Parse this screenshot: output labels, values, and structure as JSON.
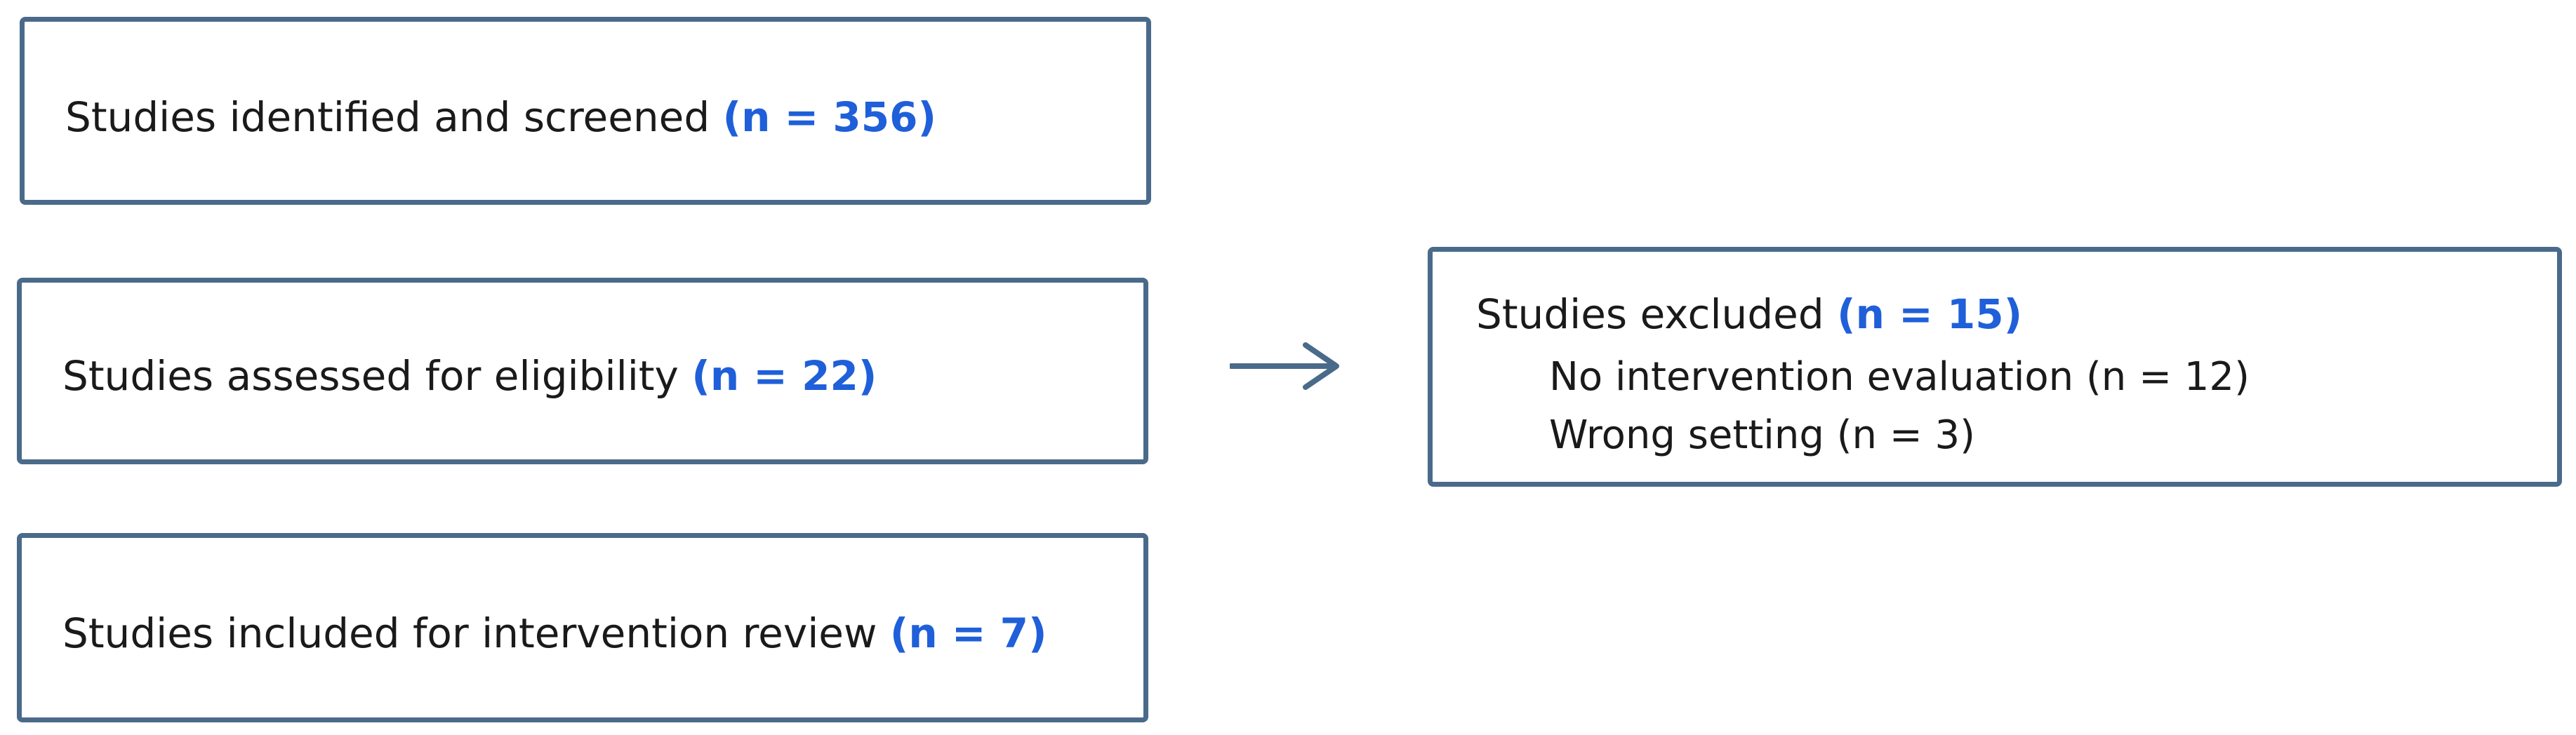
{
  "flow": {
    "screened": {
      "label": "Studies identified and screened",
      "count": "(n = 356)"
    },
    "eligibility": {
      "label": "Studies assessed for eligibility",
      "count": "(n = 22)"
    },
    "included": {
      "label": "Studies included for intervention review",
      "count": "(n = 7)"
    },
    "excluded": {
      "label": "Studies excluded",
      "count": "(n = 15)",
      "reasons": [
        "No intervention evaluation (n = 12)",
        "Wrong setting (n = 3)"
      ]
    }
  },
  "colors": {
    "box_border": "#4a6a8a",
    "count_text": "#1f5fd9",
    "arrow": "#4a6a8a",
    "body_text": "#1a1a1a"
  },
  "icons": {
    "connector": "arrow-right-icon"
  }
}
